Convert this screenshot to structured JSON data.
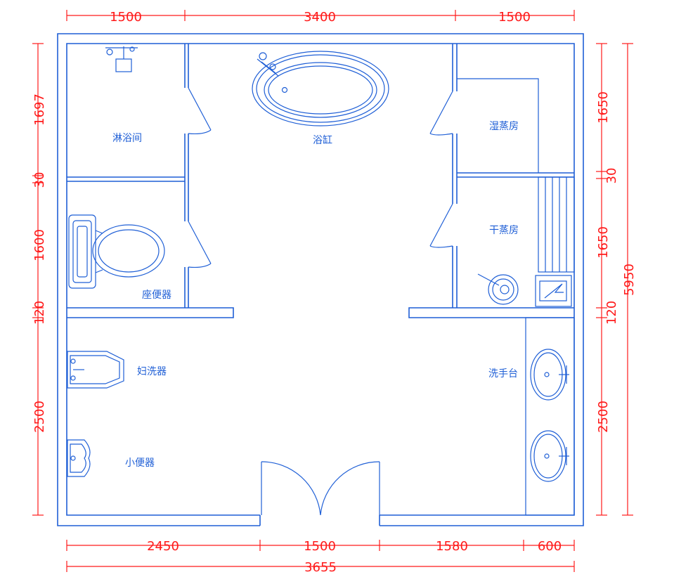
{
  "rooms": {
    "shower": "淋浴间",
    "bathtub": "浴缸",
    "wet_steam": "湿蒸房",
    "dry_steam": "干蒸房",
    "toilet": "座便器",
    "bidet": "妇洗器",
    "urinal": "小便器",
    "vanity": "洗手台"
  },
  "dimensions": {
    "top": [
      "1500",
      "3400",
      "1500"
    ],
    "bottom": [
      "2450",
      "1500",
      "1580",
      "600"
    ],
    "bottom_total": "3655",
    "left": [
      "1697",
      "30",
      "1600",
      "120",
      "2500"
    ],
    "right": [
      "1650",
      "30",
      "1650",
      "120",
      "2500"
    ],
    "right_total": "5950"
  },
  "colors": {
    "walls": "#1f5fd6",
    "dimensions": "#ff1a1a"
  }
}
